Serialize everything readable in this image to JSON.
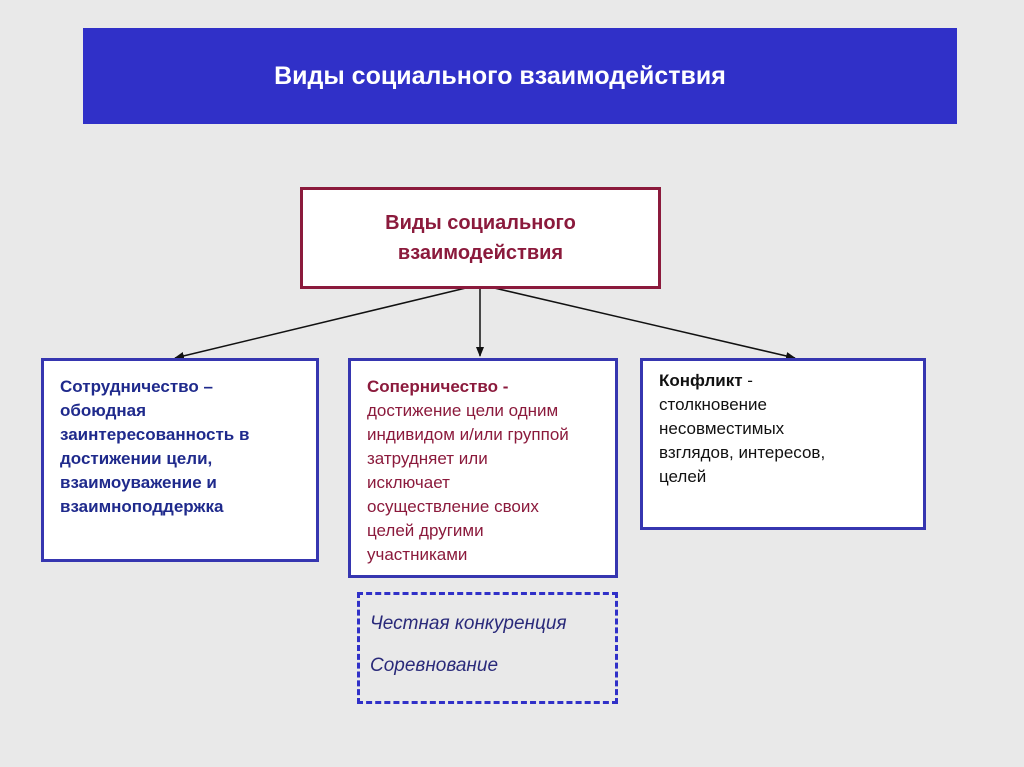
{
  "banner": {
    "title": "Виды социального взаимодействия"
  },
  "root": {
    "title": "Виды социального\nвзаимодействия"
  },
  "cards": [
    {
      "term": "Сотрудничество",
      "dash": " –",
      "definition": "обоюдная\nзаинтересованность в\nдостижении цели,\nвзаимоуважение и\nвзаимноподдержка"
    },
    {
      "term": "Соперничество -",
      "definition": "достижение  цели одним\nиндивидом и/или группой\nзатрудняет или\nисключает\nосуществление своих\nцелей другими\nучастниками"
    },
    {
      "term": "Конфликт",
      "dash": " -",
      "definition": "столкновение\nнесовместимых\nвзглядов, интересов,\nцелей"
    }
  ],
  "rivalry_forms": [
    "Честная конкуренция",
    "Соревнование"
  ],
  "colors": {
    "banner": "#3030c8",
    "root_border": "#8b1a3c",
    "card_border": "#3636b0",
    "background": "#e9e9e9"
  }
}
